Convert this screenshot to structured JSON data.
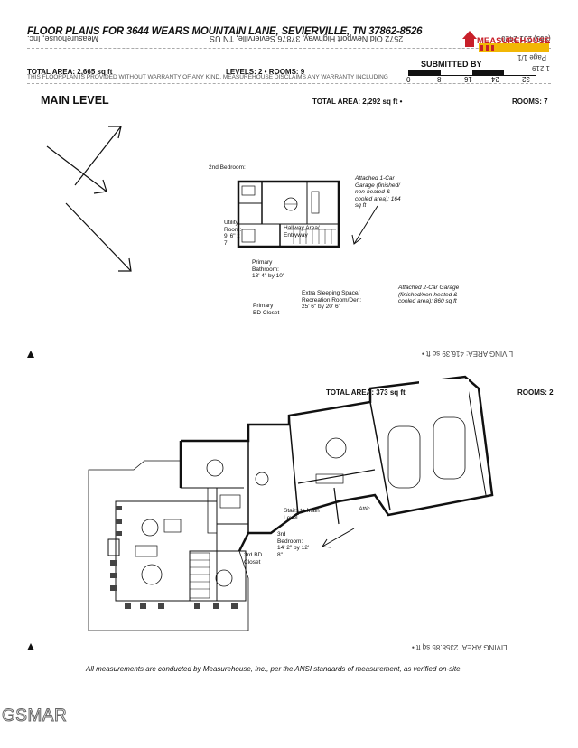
{
  "header": {
    "title": "FLOOR PLANS FOR 3644 WEARS MOUNTAIN LANE, SEVIERVILLE, TN 37862-8526",
    "company_mirrored": "Measurehouse, Inc.",
    "address_mirrored": "2572 Old Newport Highway, 37876 Sevierville, TN US",
    "phone_mirrored": "(865) 201-2420",
    "page_mirrored": "Page 1/1",
    "scale_mirrored": "1:219",
    "disclaimer": "THIS FLOORPLAN IS PROVIDED WITHOUT WARRANTY OF ANY KIND. MEASUREHOUSE DISCLAIMS ANY WARRANTY INCLUDING",
    "total_area": "TOTAL AREA: 2,665 sq ft",
    "levels_rooms": "LEVELS: 2 • ROOMS: 9",
    "submitted_by": "SUBMITTED BY",
    "logo_text": "MEASUREHOUSE",
    "scale_ticks": [
      "0",
      "8",
      "16",
      "24",
      "32"
    ]
  },
  "main_level": {
    "title": "MAIN LEVEL",
    "total_area": "TOTAL AREA: 2,292 sq ft •",
    "rooms": "ROOMS: 7",
    "living_area_mirrored": "LIVING AREA: 416.39 sq ft •"
  },
  "lower_level": {
    "total_area": "TOTAL AREA: 373 sq ft",
    "rooms": "ROOMS: 2",
    "living_area_mirrored": "LIVING AREA: 2358.85 sq ft •"
  },
  "room_labels": {
    "second_bedroom": "2nd Bedroom:",
    "garage1": "Attached 1-Car Garage (finished/ non-heated & cooled area): 164 sq ft",
    "utility": "Utility Room: 9' 6\" x 7'",
    "hallway": "Hallway Area/ Entryway",
    "primary_bath": "Primary Bathroom: 13' 4\" by 10'",
    "extra_sleeping": "Extra Sleeping Space/ Recreation Room/Den: 25' 6\" by 20' 6\"",
    "garage2": "Attached 2-Car Garage (finished/non-heated & cooled area): 860 sq ft",
    "primary_closet": "Primary BD Closet",
    "stairs": "Stairs to Main Level",
    "attic": "Attic",
    "third_bedroom": "3rd Bedroom: 14' 2\" by 12' 8\"",
    "third_closet": "3rd BD Closet"
  },
  "footer": {
    "note": "All measurements are conducted by Measurehouse, Inc., per the ANSI standards of measurement, as verified on-site.",
    "watermark": "GSMAR"
  },
  "colors": {
    "line": "#111111",
    "logo_red": "#c8202a",
    "logo_yellow": "#f2b705"
  }
}
